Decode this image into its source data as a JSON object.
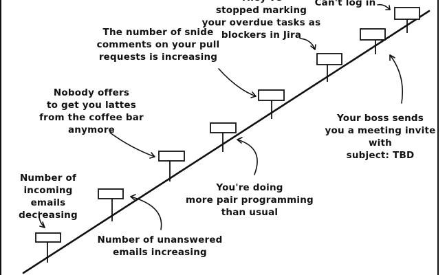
{
  "annotations": {
    "incoming_emails": "Number of\nincoming emails\ndecreasing",
    "unanswered_emails": "Number of unanswered\nemails increasing",
    "lattes": "Nobody offers\nto get you lattes\nfrom the coffee bar\nanymore",
    "pair_programming": "You're doing\nmore pair programming\nthan usual",
    "snide_comments": "The number of snide\ncomments on your pull\nrequests is increasing",
    "jira_blockers": "They've\nstopped marking\nyour overdue tasks as\nblockers in Jira",
    "meeting_invite": "Your boss sends\nyou a meeting invite with\nsubject: TBD",
    "cant_log_in": "Can't log in"
  }
}
